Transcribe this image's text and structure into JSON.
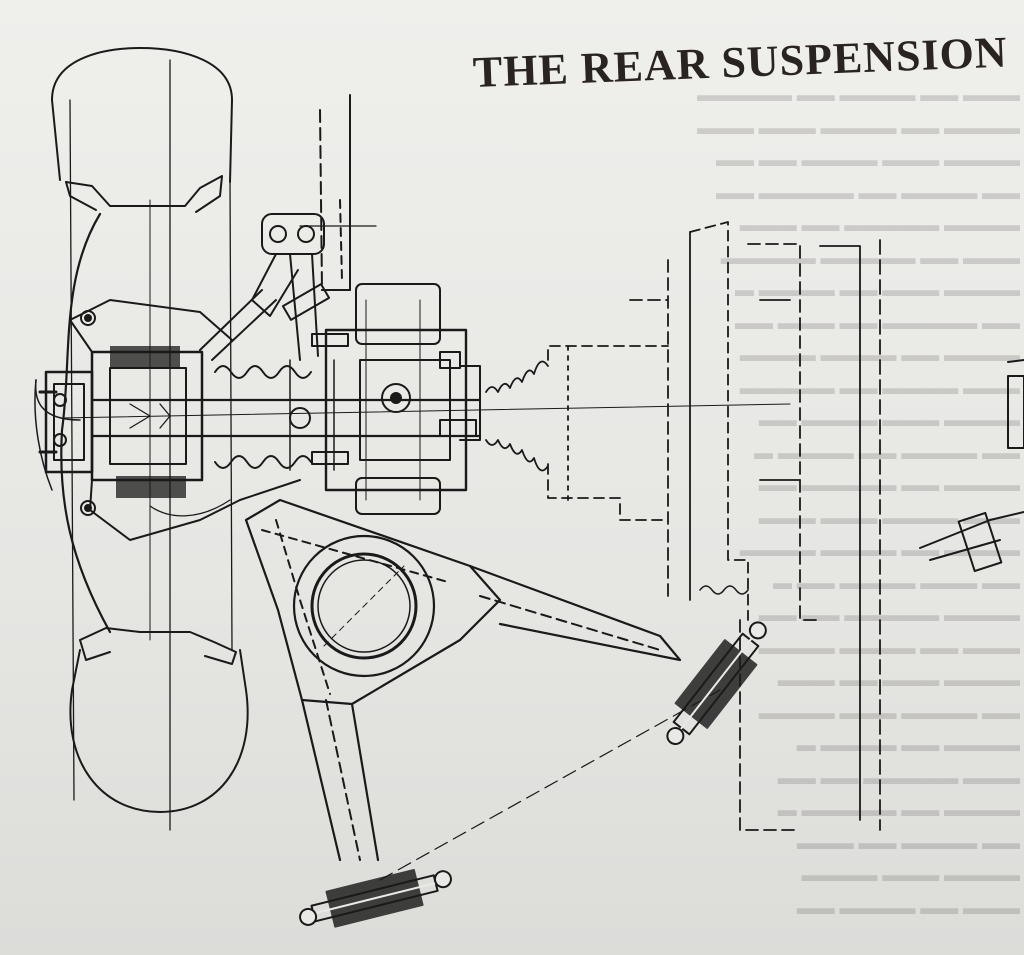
{
  "page": {
    "title": "THE REAR SUSPENSION"
  },
  "drawing": {
    "subject": "rear suspension cross-section",
    "style": "technical line drawing, black ink on paper",
    "ink_color": "#1a1a1a",
    "paper_color": "#e9e9e6"
  }
}
